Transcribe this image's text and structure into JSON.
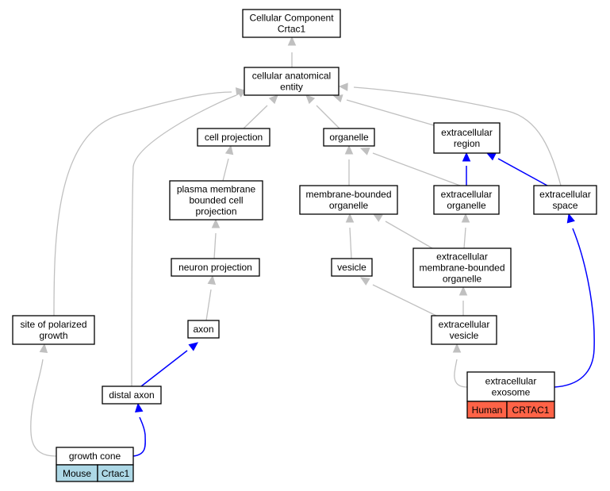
{
  "nodes": {
    "root": [
      "Cellular Component",
      "Crtac1"
    ],
    "cae": [
      "cellular anatomical",
      "entity"
    ],
    "cellproj": [
      "cell projection"
    ],
    "organelle": [
      "organelle"
    ],
    "ecregion": [
      "extracellular",
      "region"
    ],
    "pmbcp": [
      "plasma membrane",
      "bounded cell",
      "projection"
    ],
    "mbo": [
      "membrane-bounded",
      "organelle"
    ],
    "ecorg": [
      "extracellular",
      "organelle"
    ],
    "ecspace": [
      "extracellular",
      "space"
    ],
    "neuronproj": [
      "neuron projection"
    ],
    "vesicle": [
      "vesicle"
    ],
    "ecmbo": [
      "extracellular",
      "membrane-bounded",
      "organelle"
    ],
    "sopg": [
      "site of polarized",
      "growth"
    ],
    "axon": [
      "axon"
    ],
    "ecvesicle": [
      "extracellular",
      "vesicle"
    ],
    "distalaxon": [
      "distal axon"
    ],
    "ecexosome": [
      "extracellular",
      "exosome"
    ],
    "growthcone": [
      "growth cone"
    ]
  },
  "annotations": {
    "growthcone": {
      "species": "Mouse",
      "gene": "Crtac1",
      "color": "#add8e6"
    },
    "ecexosome": {
      "species": "Human",
      "gene": "CRTAC1",
      "color": "#ff6347"
    }
  },
  "colors": {
    "gray_edge": "#c0c0c0",
    "blue_edge": "#0000ff"
  },
  "edges": [
    [
      "cae",
      "root",
      "gray"
    ],
    [
      "cellproj",
      "cae",
      "gray"
    ],
    [
      "organelle",
      "cae",
      "gray"
    ],
    [
      "ecregion",
      "cae",
      "gray"
    ],
    [
      "ecspace",
      "cae",
      "gray"
    ],
    [
      "sopg",
      "cae",
      "gray"
    ],
    [
      "distalaxon",
      "cae",
      "gray"
    ],
    [
      "pmbcp",
      "cellproj",
      "gray"
    ],
    [
      "mbo",
      "organelle",
      "gray"
    ],
    [
      "ecorg",
      "organelle",
      "gray"
    ],
    [
      "ecorg",
      "ecregion",
      "blue"
    ],
    [
      "ecspace",
      "ecregion",
      "blue"
    ],
    [
      "neuronproj",
      "pmbcp",
      "gray"
    ],
    [
      "vesicle",
      "mbo",
      "gray"
    ],
    [
      "ecmbo",
      "mbo",
      "gray"
    ],
    [
      "ecmbo",
      "ecorg",
      "gray"
    ],
    [
      "axon",
      "neuronproj",
      "gray"
    ],
    [
      "ecvesicle",
      "vesicle",
      "gray"
    ],
    [
      "ecvesicle",
      "ecmbo",
      "gray"
    ],
    [
      "distalaxon",
      "axon",
      "blue"
    ],
    [
      "growthcone",
      "sopg",
      "gray"
    ],
    [
      "growthcone",
      "distalaxon",
      "blue"
    ],
    [
      "ecexosome",
      "ecvesicle",
      "gray"
    ],
    [
      "ecexosome",
      "ecspace",
      "blue"
    ]
  ]
}
